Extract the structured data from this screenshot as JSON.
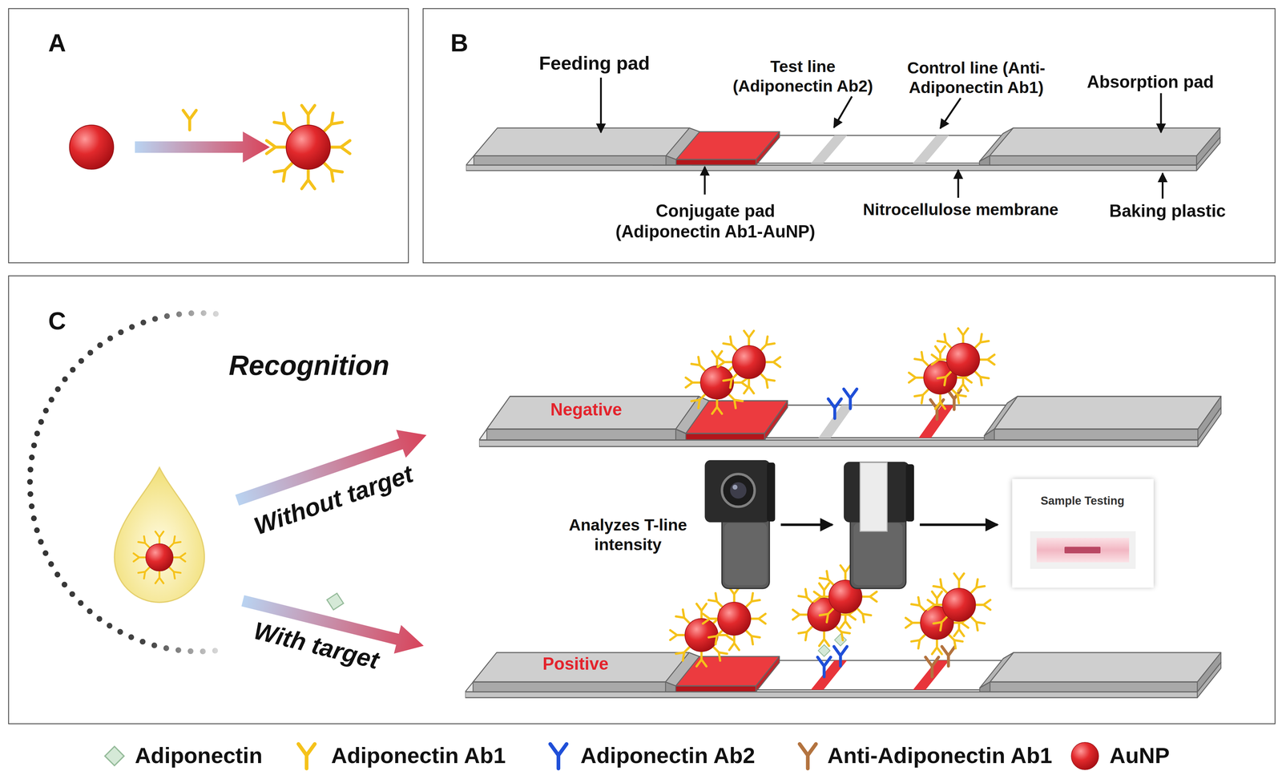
{
  "diagram": {
    "nodes": [
      {
        "text": [
          "A"
        ]
      },
      {
        "text": [
          "B"
        ]
      },
      {
        "text": [
          "C"
        ]
      },
      {
        "text": [
          "Negative"
        ],
        "in": 2
      },
      {
        "text": [
          "Sample Testing"
        ],
        "in": 2
      },
      {
        "text": [
          "Positive"
        ],
        "in": 2
      }
    ],
    "labels": [
      "Feeding pad",
      "Test line (Adiponectin Ab2)",
      "Control line (Anti- Adiponectin Ab1)",
      "Absorption pad",
      "Conjugate pad",
      "(Adiponectin Ab1-AuNP)",
      "Nitrocellulose membrane",
      "Baking plastic",
      "Recognition",
      "Without target",
      "With target",
      "Analyzes T-line intensity"
    ],
    "legend": [
      {
        "text": "Adiponectin"
      },
      {
        "text": "Adiponectin Ab1"
      },
      {
        "text": "Adiponectin Ab2"
      },
      {
        "text": "Anti-Adiponectin Ab1"
      },
      {
        "text": "AuNP"
      }
    ]
  }
}
